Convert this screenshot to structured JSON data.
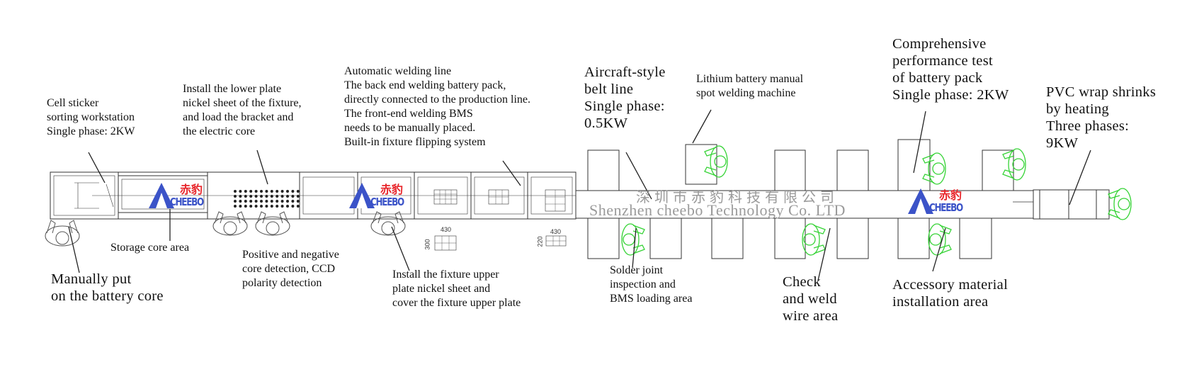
{
  "labels": {
    "cell_sticker": "Cell sticker\nsorting workstation\nSingle phase: 2KW",
    "install_lower": "Install the lower plate\nnickel sheet of the fixture,\nand load the bracket and\nthe electric core",
    "auto_welding": "Automatic welding line\nThe back end welding battery pack,\ndirectly connected to the production line.\nThe front-end welding BMS\nneeds to be manually placed.\nBuilt-in fixture flipping system",
    "aircraft_belt": "Aircraft-style\nbelt line\nSingle phase:\n0.5KW",
    "lithium_spot": "Lithium battery manual\nspot welding machine",
    "comprehensive": "Comprehensive\nperformance test\nof battery pack\nSingle phase: 2KW",
    "pvc_wrap": "PVC wrap shrinks\nby heating\nThree phases:\n9KW",
    "storage": "Storage core area",
    "manually_put": "Manually put\non the battery core",
    "pos_neg": "Positive and negative\ncore detection, CCD\npolarity detection",
    "install_upper": "Install the fixture upper\nplate nickel sheet and\ncover the fixture upper plate",
    "solder_joint": "Solder joint\ninspection and\nBMS loading area",
    "check_weld": "Check\nand weld\nwire area",
    "accessory": "Accessory material\ninstallation area"
  },
  "watermark": {
    "cn": "深圳市赤豹科技有限公司",
    "en": "Shenzhen cheebo Technology Co. LTD"
  },
  "logo": {
    "cn": "赤豹",
    "en": "CHEEBO"
  },
  "dimensions": {
    "d430a": "430",
    "d430b": "430",
    "d300": "300",
    "d220": "220"
  },
  "colors": {
    "line": "#333333",
    "operator": "#35d335",
    "logo_red": "#e8262b",
    "logo_blue": "#3b53c8",
    "watermark": "#9a9a9a"
  }
}
